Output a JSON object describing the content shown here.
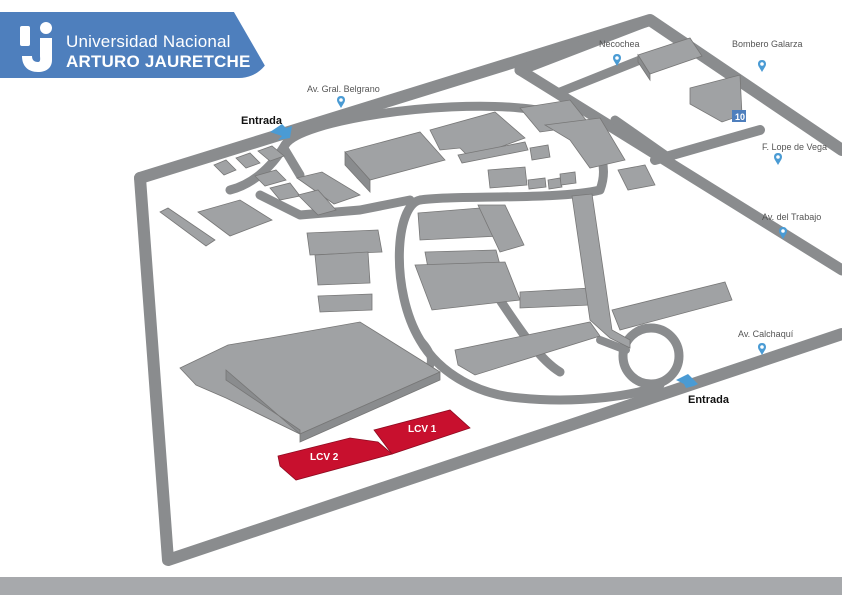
{
  "logo": {
    "line1": "Universidad Nacional",
    "line2": "ARTURO JAURETCHE"
  },
  "streets": {
    "necochea": "Necochea",
    "bombero_galarza": "Bombero Galarza",
    "gral_belgrano": "Av. Gral. Belgrano",
    "lope_de_vega": "F. Lope de Vega",
    "del_trabajo": "Av. del Trabajo",
    "calchaqui": "Av. Calchaquí"
  },
  "entrances": {
    "north": "Entrada",
    "south": "Entrada"
  },
  "buildings": {
    "lcv1": "LCV 1",
    "lcv2": "LCV 2",
    "number_badge": "10"
  },
  "colors": {
    "brand_blue": "#4e7fbd",
    "pin_blue": "#4a9bd4",
    "highlight_red": "#c8102e",
    "road_grey": "#8a8c8e",
    "building_grey": "#a0a2a4"
  }
}
